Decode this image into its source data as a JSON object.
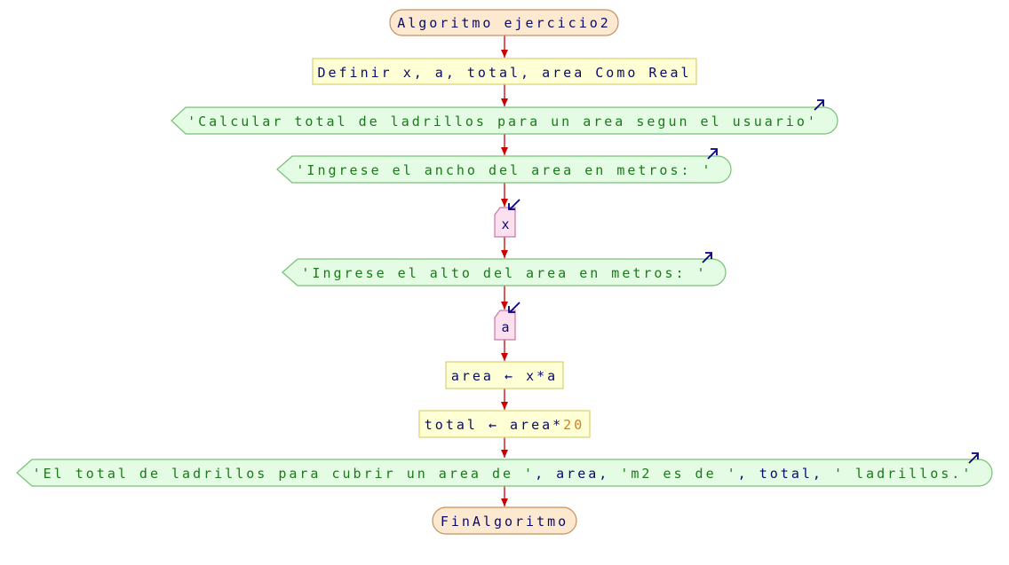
{
  "flowchart": {
    "start": {
      "text": "Algoritmo ejercicio2"
    },
    "define": {
      "text": "Definir x, a, total, area Como Real"
    },
    "output1": {
      "text": "'Calcular total de ladrillos para un area segun el usuario'"
    },
    "output2": {
      "text": "'Ingrese el ancho del area en metros: '"
    },
    "input1": {
      "text": "x"
    },
    "output3": {
      "text": "'Ingrese el alto del area en metros: '"
    },
    "input2": {
      "text": "a"
    },
    "assign1": {
      "lhs": "area",
      "arrow": "←",
      "rhs": "x*a"
    },
    "assign2": {
      "lhs": "total",
      "arrow": "←",
      "rhs_var": "area",
      "rhs_op": "*",
      "rhs_num": "20"
    },
    "output4": {
      "s1": "'El total de ladrillos para cubrir un area de '",
      "c1": ", area, ",
      "s2": "'m2 es de '",
      "c2": ", total, ",
      "s3": "' ladrillos.'"
    },
    "end": {
      "text": "FinAlgoritmo"
    }
  },
  "colors": {
    "edge": "#cc0000",
    "terminal_fill": "#fce9d0",
    "terminal_stroke": "#c89060",
    "process_fill": "#ffffd6",
    "process_stroke": "#d8d070",
    "output_fill": "#e4fbe4",
    "output_stroke": "#78c078",
    "input_fill": "#fce0f0",
    "input_stroke": "#c878a0",
    "keyword_text": "#0a0a6e",
    "string_text": "#1a7a1a",
    "number_text": "#d08020",
    "io_arrow": "#000080"
  },
  "icons": {
    "output_marker": "output-arrow-icon",
    "input_marker": "input-arrow-icon"
  }
}
